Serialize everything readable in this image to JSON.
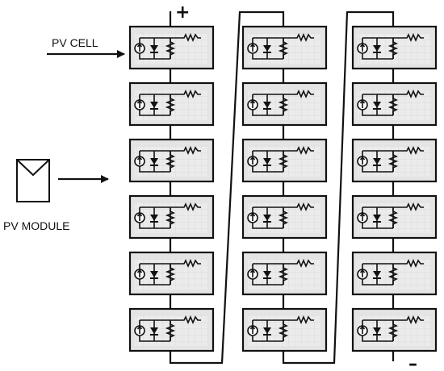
{
  "labels": {
    "cell": "PV CELL",
    "module": "PV MODULE",
    "plus": "+",
    "minus": "–"
  },
  "array": {
    "columns": 3,
    "cells_per_column": 6,
    "wiring": "series, serpentine"
  },
  "icons": {
    "module_symbol": "pv-module-icon",
    "cell_symbol": "pv-cell-circuit-icon",
    "current_source": "current-source-icon",
    "diode": "diode-icon",
    "shunt_resistor": "shunt-resistor-icon",
    "series_resistor": "series-resistor-icon"
  },
  "colors": {
    "cell_fill": "#e4e4e4",
    "grid": "#bdbdbd",
    "stroke": "#111111"
  }
}
